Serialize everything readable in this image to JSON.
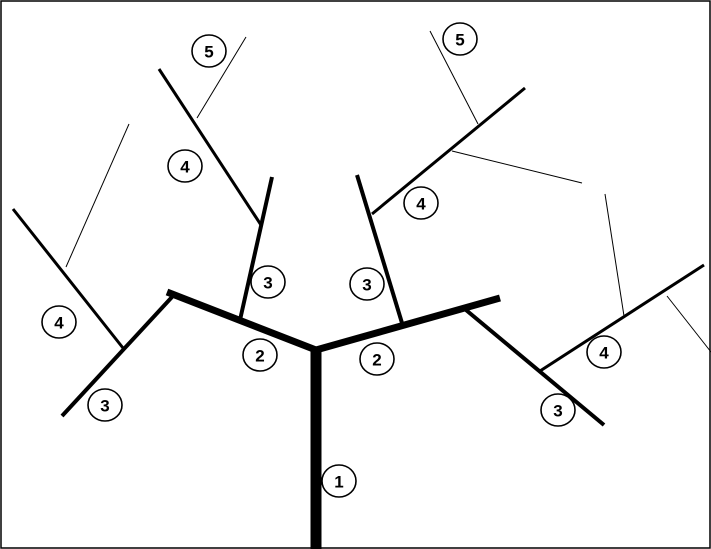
{
  "diagram": {
    "line_color": "#000000",
    "background": "#ffffff",
    "order_labels": {
      "trunk": "1",
      "left_main": "2",
      "right_main": "2",
      "left_up": "3",
      "right_up": "3",
      "left_side": "3",
      "right_side": "3",
      "left_top": "4",
      "left_outer": "4",
      "right_top": "4",
      "right_outer": "4",
      "left_tip": "5",
      "right_tip": "5"
    }
  }
}
